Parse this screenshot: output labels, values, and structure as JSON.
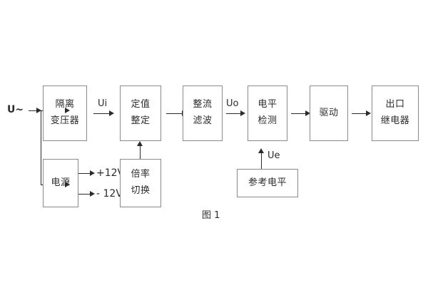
{
  "figure": {
    "caption": "图 1",
    "background": "#ffffff",
    "box_border_color": "#8a8a8a",
    "line_color": "#2b2b2b"
  },
  "input_label": "U~",
  "blocks": [
    {
      "id": "isolation-transformer",
      "lines": [
        "隔离",
        "变压器"
      ]
    },
    {
      "id": "setting-value",
      "lines": [
        "定值",
        "整定"
      ]
    },
    {
      "id": "rectify-filter",
      "lines": [
        "整流",
        "滤波"
      ]
    },
    {
      "id": "level-detect",
      "lines": [
        "电平",
        "检测"
      ]
    },
    {
      "id": "drive",
      "lines": [
        "驱动"
      ]
    },
    {
      "id": "output-relay",
      "lines": [
        "出口",
        "继电器"
      ]
    },
    {
      "id": "power-supply",
      "lines": [
        "电源"
      ]
    },
    {
      "id": "multiplier-switch",
      "lines": [
        "倍率",
        "切换"
      ]
    },
    {
      "id": "reference-level",
      "lines": [
        "参考电平"
      ]
    }
  ],
  "signals": {
    "ui": "Ui",
    "uo": "Uo",
    "ue": "Ue"
  },
  "power_rails": [
    {
      "id": "rail-pos",
      "label": "+12V"
    },
    {
      "id": "rail-neg",
      "label": "- 12V"
    }
  ]
}
